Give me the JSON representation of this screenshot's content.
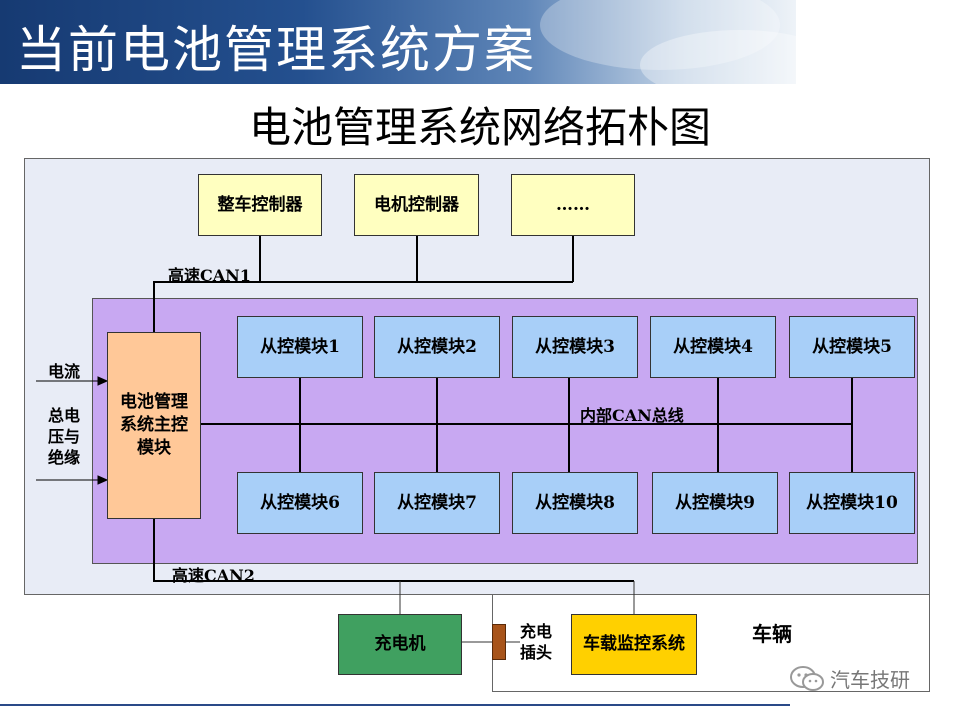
{
  "slide": {
    "banner_title": "当前电池管理系统方案",
    "diagram_title": "电池管理系统网络拓朴图"
  },
  "diagram": {
    "top_nodes": [
      "整车控制器",
      "电机控制器",
      "……"
    ],
    "bus_labels": {
      "can1": "高速CAN1",
      "can2": "高速CAN2",
      "internal": "内部CAN总线"
    },
    "inputs": {
      "current": "电流",
      "voltage_insulation": "总电压与绝缘"
    },
    "main_controller": "电池管理系统主控模块",
    "slave_modules_top": [
      "从控模块1",
      "从控模块2",
      "从控模块3",
      "从控模块4",
      "从控模块5"
    ],
    "slave_modules_bottom": [
      "从控模块6",
      "从控模块7",
      "从控模块8",
      "从控模块9",
      "从控模块10"
    ],
    "charger": "充电机",
    "charge_plug": "充电插头",
    "onboard_monitor": "车载监控系统",
    "vehicle_label": "车辆"
  },
  "watermark": {
    "icon": "wechat-icon",
    "text": "汽车技研"
  },
  "colors": {
    "banner": "#1f4a86",
    "outer_fill": "#e8ecf6",
    "internal_region": "#c8a8f2",
    "top_node": "#ffffc0",
    "slave_module": "#a8cff8",
    "main_controller": "#ffc898",
    "charger": "#40a060",
    "monitor": "#ffd000"
  }
}
